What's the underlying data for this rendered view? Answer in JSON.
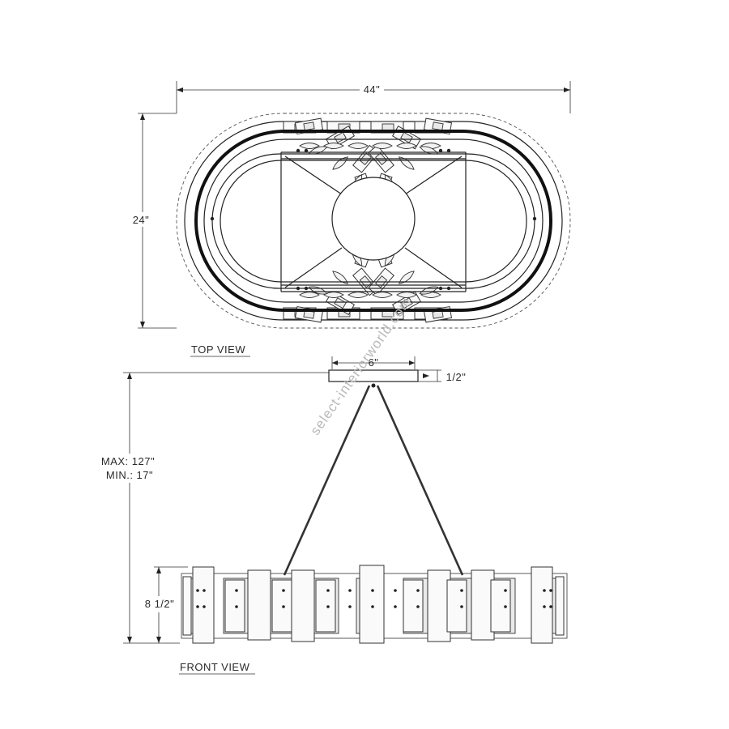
{
  "dimensions": {
    "width_top": "44\"",
    "height_top": "24\"",
    "canopy_width": "6\"",
    "canopy_height": "1/2\"",
    "overall_max": "MAX: 127\"",
    "overall_min": "MIN.: 17\"",
    "fixture_height": "8 1/2\""
  },
  "views": {
    "top": "TOP VIEW",
    "front": "FRONT VIEW"
  },
  "watermark": "select-interiorworld.com",
  "icons": [
    "oval-chandelier-top-view",
    "oval-chandelier-front-view",
    "dimension-arrow"
  ]
}
